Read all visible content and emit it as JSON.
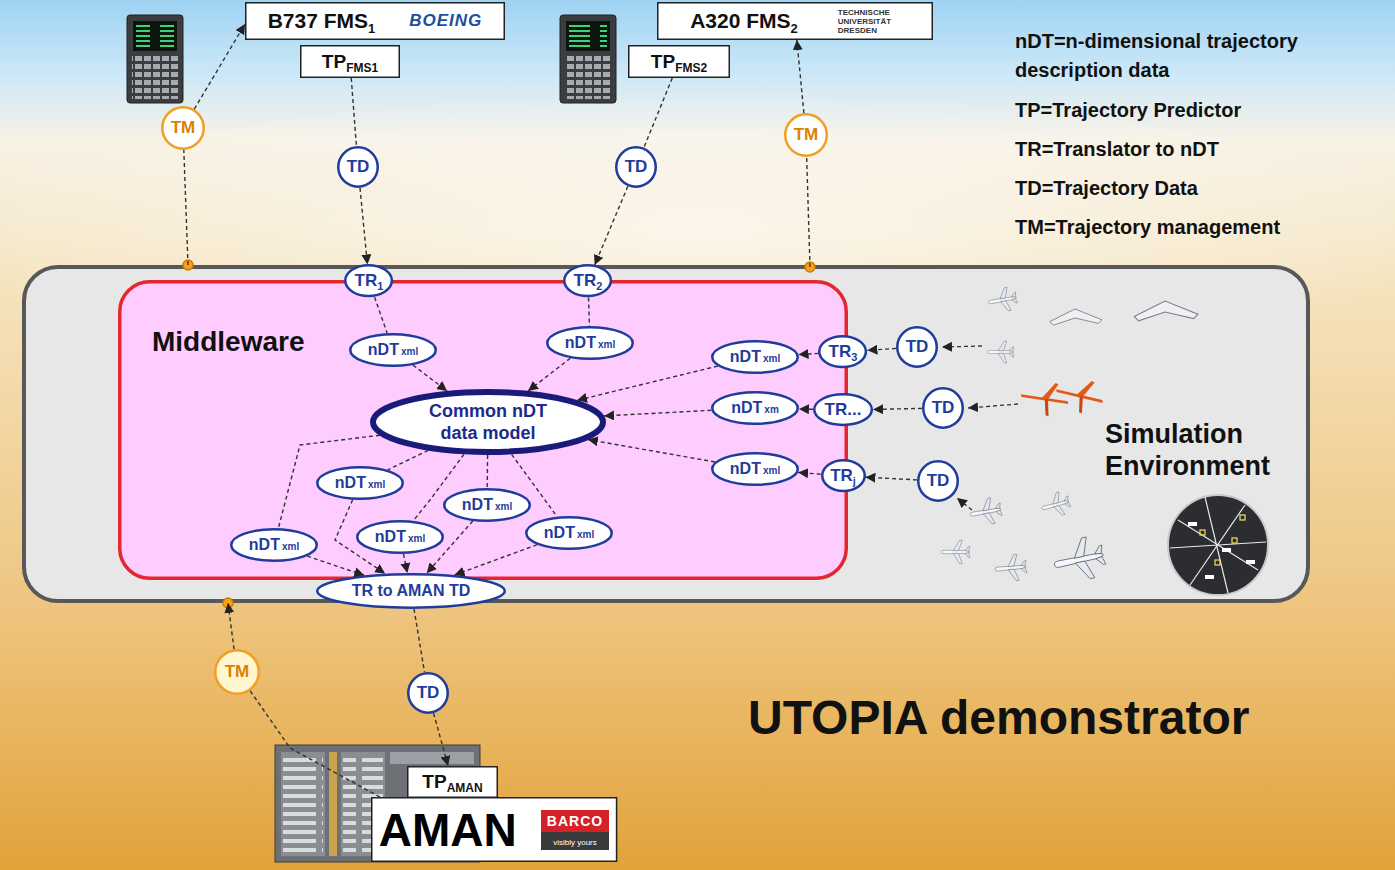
{
  "diagram": {
    "title": "UTOPIA demonstrator",
    "nodes": [
      {
        "text": [
          "B737 FMS",
          "1",
          "BOEING"
        ]
      },
      {
        "text": [
          "TP",
          "FMS1"
        ]
      },
      {
        "text": [
          "A320 FMS",
          "2",
          "TECHNISCHE UNIVERSITÄT DRESDEN"
        ]
      },
      {
        "text": [
          "TP",
          "FMS2"
        ]
      },
      {
        "text": [
          "TM"
        ]
      },
      {
        "text": [
          "TD"
        ]
      },
      {
        "text": [
          "TD"
        ]
      },
      {
        "text": [
          "TM"
        ]
      },
      {
        "text": [
          "Simulation Environment"
        ]
      },
      {
        "text": [
          "Middleware"
        ],
        "in": 8
      },
      {
        "text": [
          "TR",
          "1"
        ],
        "in": 9
      },
      {
        "text": [
          "TR",
          "2"
        ],
        "in": 9
      },
      {
        "text": [
          "nDT",
          "xml"
        ],
        "in": 9
      },
      {
        "text": [
          "nDT",
          "xml"
        ],
        "in": 9
      },
      {
        "text": [
          "Common nDT data model"
        ],
        "in": 9
      },
      {
        "text": [
          "nDT",
          "xml"
        ],
        "in": 9
      },
      {
        "text": [
          "TR",
          "3"
        ],
        "in": 9
      },
      {
        "text": [
          "TD"
        ],
        "in": 8
      },
      {
        "text": [
          "nDT",
          "xm"
        ],
        "in": 9
      },
      {
        "text": [
          "TR..."
        ],
        "in": 9
      },
      {
        "text": [
          "TD"
        ],
        "in": 8
      },
      {
        "text": [
          "nDT",
          "xml"
        ],
        "in": 9
      },
      {
        "text": [
          "TR",
          "j"
        ],
        "in": 9
      },
      {
        "text": [
          "TD"
        ],
        "in": 8
      },
      {
        "text": [
          "nDT",
          "xml"
        ],
        "in": 9
      },
      {
        "text": [
          "nDT",
          "xml"
        ],
        "in": 9
      },
      {
        "text": [
          "nDT",
          "xml"
        ],
        "in": 9
      },
      {
        "text": [
          "nDT",
          "xml"
        ],
        "in": 9
      },
      {
        "text": [
          "nDT",
          "xml"
        ],
        "in": 9
      },
      {
        "text": [
          "TR to AMAN TD"
        ],
        "in": 8
      },
      {
        "text": [
          "TM"
        ]
      },
      {
        "text": [
          "TD"
        ]
      },
      {
        "text": [
          "TP",
          "AMAN"
        ]
      },
      {
        "text": [
          "AMAN",
          "BARCO",
          "visibly yours"
        ]
      }
    ],
    "edges": [
      {
        "from": 8,
        "to": 4,
        "arrow": "none"
      },
      {
        "from": 4,
        "to": 0,
        "arrow": "to"
      },
      {
        "from": 1,
        "to": 5,
        "arrow": "none"
      },
      {
        "from": 5,
        "to": 10,
        "arrow": "to"
      },
      {
        "from": 3,
        "to": 6,
        "arrow": "none"
      },
      {
        "from": 6,
        "to": 11,
        "arrow": "to"
      },
      {
        "from": 8,
        "to": 7,
        "arrow": "none"
      },
      {
        "from": 7,
        "to": 2,
        "arrow": "to"
      },
      {
        "from": 10,
        "to": 12,
        "arrow": "none"
      },
      {
        "from": 12,
        "to": 14,
        "arrow": "to"
      },
      {
        "from": 11,
        "to": 13,
        "arrow": "none"
      },
      {
        "from": 13,
        "to": 14,
        "arrow": "to"
      },
      {
        "from": 17,
        "to": 16,
        "arrow": "to"
      },
      {
        "from": 16,
        "to": 15,
        "arrow": "to"
      },
      {
        "from": 15,
        "to": 14,
        "arrow": "to"
      },
      {
        "from": 20,
        "to": 19,
        "arrow": "to"
      },
      {
        "from": 19,
        "to": 18,
        "arrow": "to"
      },
      {
        "from": 18,
        "to": 14,
        "arrow": "to"
      },
      {
        "from": 23,
        "to": 22,
        "arrow": "to"
      },
      {
        "from": 22,
        "to": 21,
        "arrow": "to"
      },
      {
        "from": 21,
        "to": 14,
        "arrow": "to"
      },
      {
        "from": 14,
        "to": 24,
        "arrow": "none"
      },
      {
        "from": 24,
        "to": 29,
        "arrow": "to"
      },
      {
        "from": 14,
        "to": 25,
        "arrow": "none"
      },
      {
        "from": 25,
        "to": 29,
        "arrow": "to"
      },
      {
        "from": 14,
        "to": 26,
        "arrow": "none"
      },
      {
        "from": 26,
        "to": 29,
        "arrow": "to"
      },
      {
        "from": 14,
        "to": 27,
        "arrow": "none"
      },
      {
        "from": 27,
        "to": 29,
        "arrow": "to"
      },
      {
        "from": 14,
        "to": 28,
        "arrow": "none"
      },
      {
        "from": 28,
        "to": 29,
        "arrow": "to"
      },
      {
        "from": 29,
        "to": 31,
        "arrow": "none"
      },
      {
        "from": 31,
        "to": 32,
        "arrow": "to"
      },
      {
        "from": 33,
        "to": 30,
        "arrow": "none"
      },
      {
        "from": 30,
        "to": 8,
        "arrow": "to"
      }
    ],
    "labels": [
      "nDT=n-dimensional trajectory description data",
      "TP=Trajectory Predictor",
      "TR=Translator to nDT",
      "TD=Trajectory Data",
      "TM=Trajectory management"
    ]
  }
}
